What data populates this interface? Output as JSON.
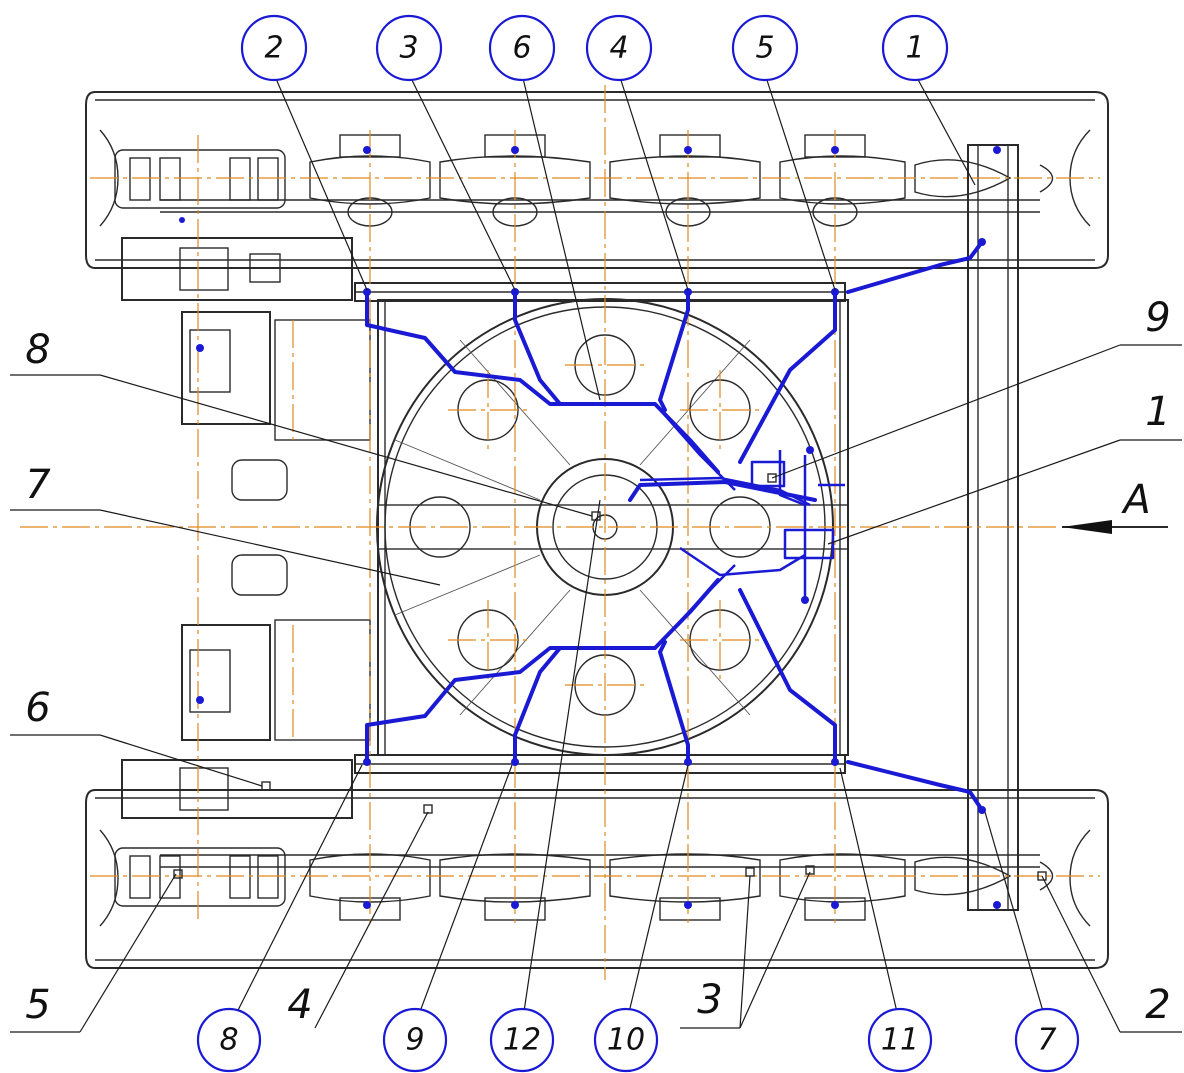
{
  "circled_labels_top": [
    "2",
    "3",
    "6",
    "4",
    "5",
    "1"
  ],
  "circled_labels_bottom": [
    "8",
    "9",
    "12",
    "10",
    "11",
    "7"
  ],
  "left_labels": [
    "8",
    "7",
    "6",
    "5"
  ],
  "right_labels": [
    "9",
    "1",
    "2"
  ],
  "bottom_plain_labels": [
    "4",
    "3"
  ],
  "view_label": "A",
  "colors": {
    "pipe": "#1a1ad4",
    "centerline": "#e08a1e",
    "outline": "#2a2a2a",
    "bubble_border": "#1a1ad4"
  }
}
